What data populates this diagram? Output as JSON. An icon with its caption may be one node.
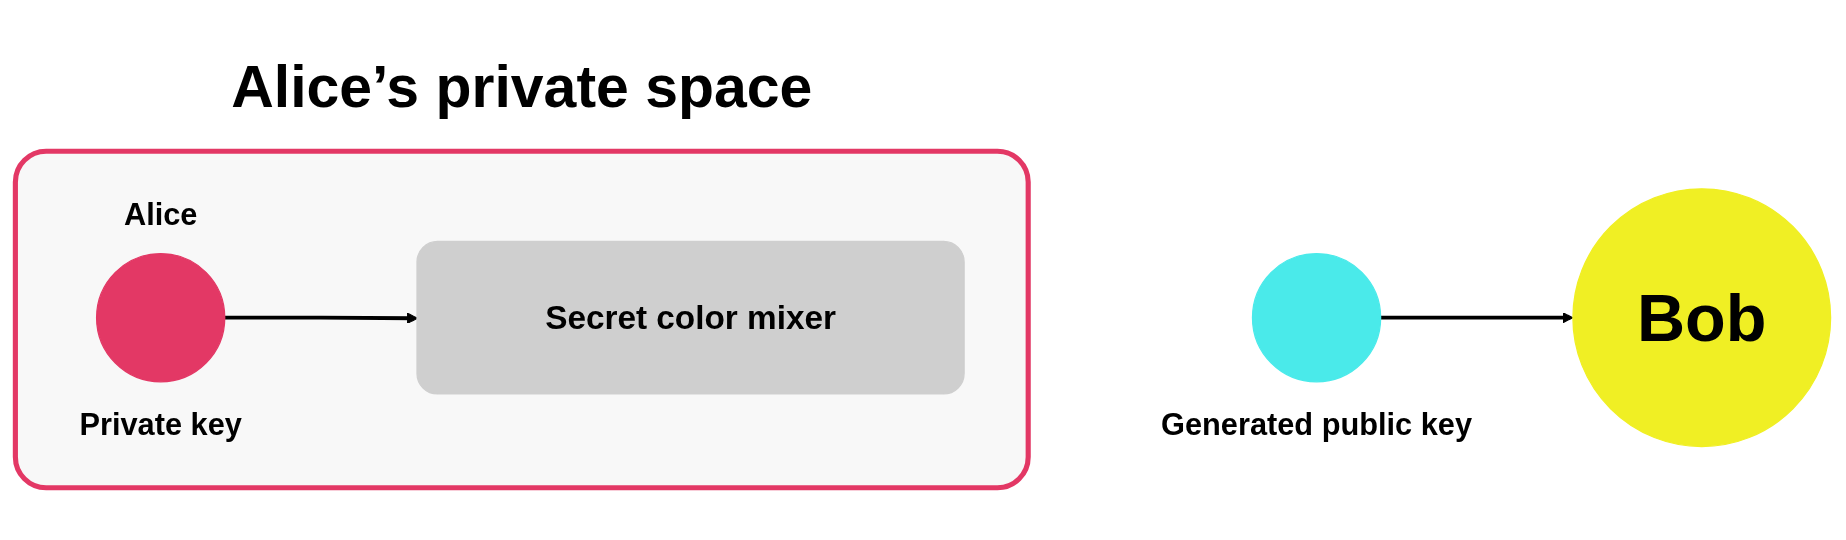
{
  "diagram": {
    "nodes": [
      {
        "text": [
          "Alice’s private space"
        ]
      },
      {
        "text": [],
        "shape": "circle",
        "in": 0,
        "beside": [
          "Alice",
          "Private key"
        ]
      },
      {
        "text": [
          "Secret color mixer"
        ],
        "in": 0
      },
      {
        "text": [],
        "shape": "circle",
        "beside": [
          "Generated public key"
        ]
      },
      {
        "text": [
          "Bob"
        ]
      }
    ],
    "edges": [
      {
        "from": 1,
        "to": 2,
        "arrow": "to"
      },
      {
        "from": 3,
        "to": 4,
        "arrow": "to"
      }
    ]
  }
}
